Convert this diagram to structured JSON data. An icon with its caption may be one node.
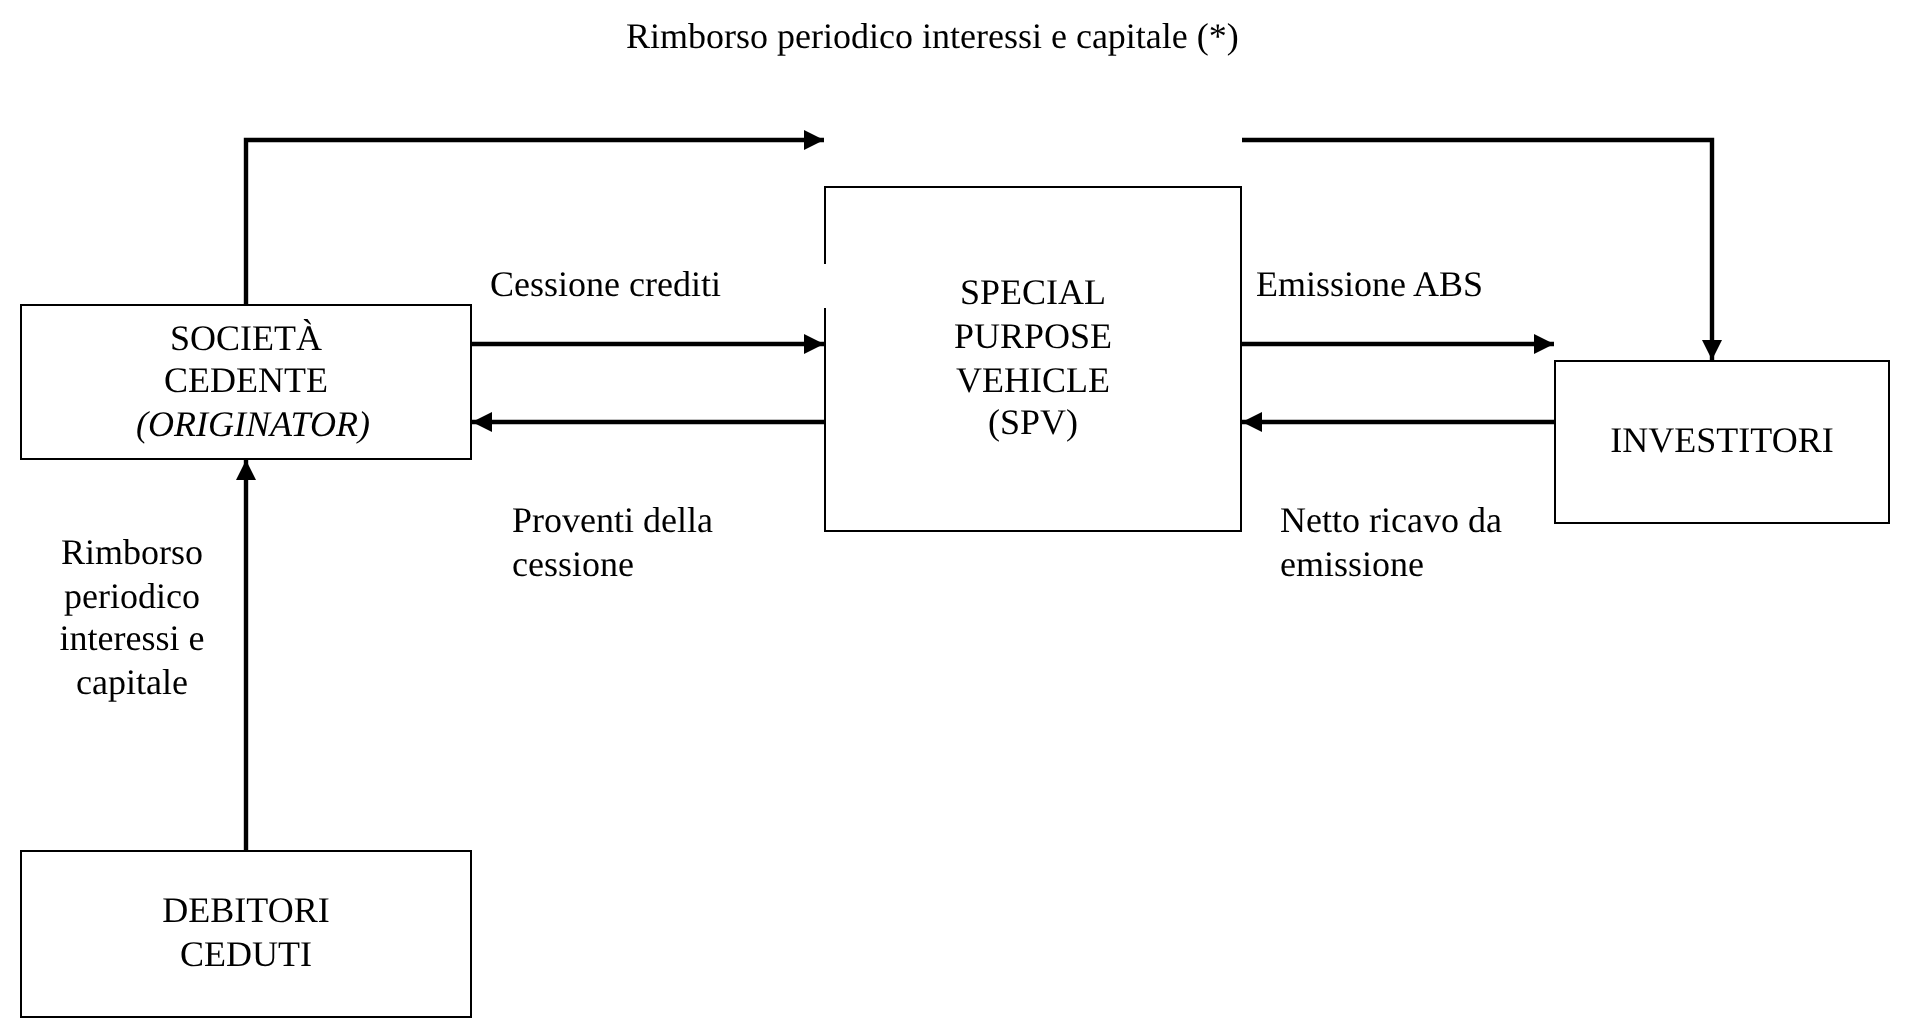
{
  "diagram": {
    "nodes": [
      {
        "text": [
          "SOCIETÀ CEDENTE",
          "(ORIGINATOR)"
        ]
      },
      {
        "text": [
          "SPECIAL PURPOSE VEHICLE (SPV)"
        ]
      },
      {
        "text": [
          "INVESTITORI"
        ]
      },
      {
        "text": [
          "DEBITORI CEDUTI"
        ]
      }
    ],
    "edges": [
      {
        "from": 0,
        "to": 1,
        "arrow": "to"
      },
      {
        "from": 1,
        "to": 2,
        "arrow": "to"
      },
      {
        "from": 0,
        "to": 1,
        "arrow": "to",
        "label": "Cessione crediti"
      },
      {
        "from": 1,
        "to": 0,
        "arrow": "to",
        "label": "Proventi della cessione"
      },
      {
        "from": 1,
        "to": 2,
        "arrow": "to",
        "label": "Emissione ABS"
      },
      {
        "from": 2,
        "to": 1,
        "arrow": "to",
        "label": "Netto ricavo da emissione"
      },
      {
        "from": 3,
        "to": 0,
        "arrow": "to",
        "label": "Rimborso periodico interessi e capitale"
      }
    ],
    "labels": [
      "Rimborso periodico interessi e capitale (*)"
    ]
  }
}
